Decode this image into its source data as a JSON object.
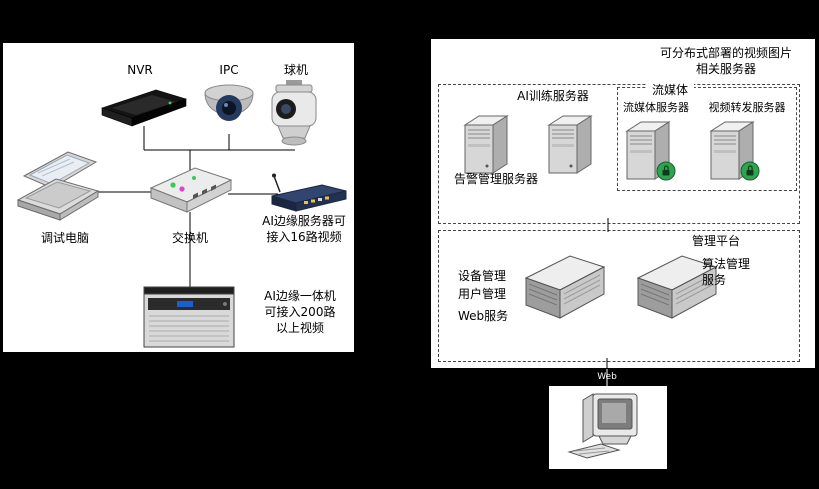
{
  "colors": {
    "panel_bg": "#ffffff",
    "page_bg": "#000000",
    "lock_green": "#2ea44f",
    "router_navy": "#223152"
  },
  "icons": {
    "nvr": "nvr-box",
    "ipc": "dome-camera",
    "ball": "ptz-camera",
    "debug_pc": "laptop",
    "switch": "network-switch",
    "edge_server": "wireless-router",
    "edge_aio": "rack-server",
    "tower_server": "tower-server",
    "secure_server": "tower-server-lock",
    "big_server": "chassis-server",
    "client": "desktop-monitor-keyboard"
  },
  "left": {
    "nvr": "NVR",
    "ipc": "IPC",
    "ball": "球机",
    "debug_pc": "调试电脑",
    "switch": "交换机",
    "edge_server": "AI边缘服务器可\n接入16路视频",
    "edge_aio": "AI边缘一体机\n可接入200路\n以上视频"
  },
  "right": {
    "title": "可分布式部署的视频图片\n相关服务器",
    "ai_training": "AI训练服务器",
    "alarm": "告警管理服务器",
    "streaming_group": "流媒体",
    "streaming_server": "流媒体服务器",
    "video_forward": "视频转发服务器",
    "mgmt_platform": "管理平台",
    "device_user_mgmt": "设备管理\n用户管理",
    "web_service": "Web服务",
    "algorithm": "算法管理\n服务",
    "web_link": "Web"
  }
}
